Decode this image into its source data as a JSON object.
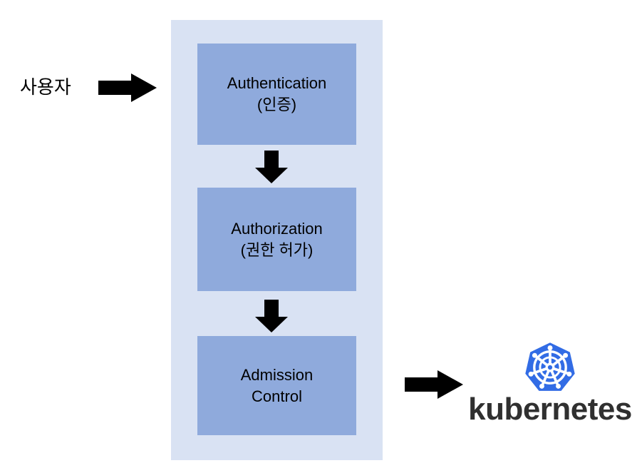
{
  "diagram": {
    "actor": {
      "label": "사용자"
    },
    "arrows": {
      "user_to_pipeline": "arrow-right",
      "stage_to_stage": "arrow-down",
      "pipeline_to_kubernetes": "arrow-right"
    },
    "pipeline": {
      "stages": [
        {
          "title": "Authentication",
          "subtitle": "(인증)",
          "label": "Authentication\n(인증)"
        },
        {
          "title": "Authorization",
          "subtitle": "(권한 허가)",
          "label": "Authorization\n(권한 허가)"
        },
        {
          "title": "Admission",
          "subtitle": "Control",
          "label": "Admission\nControl"
        }
      ]
    },
    "target": {
      "wordmark": "kubernetes",
      "mark_name": "kubernetes-helm-icon"
    },
    "colors": {
      "container_bg": "#d9e2f3",
      "stage_bg": "#8faadc",
      "arrow": "#000000",
      "text": "#000000",
      "k8s_blue": "#326ce5",
      "wordmark": "#303030",
      "page_bg": "#ffffff"
    }
  }
}
